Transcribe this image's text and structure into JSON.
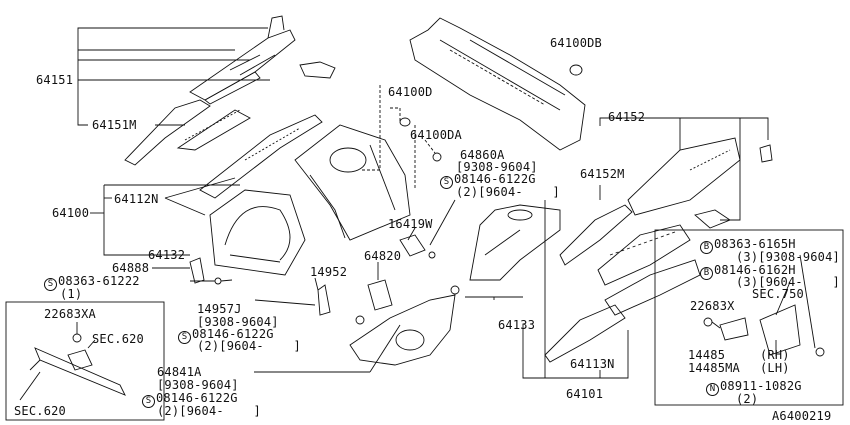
{
  "diagram_id": "A6400219",
  "labels": {
    "p64151": "64151",
    "p64151M": "64151M",
    "p64100D": "64100D",
    "p64100DA": "64100DA",
    "p64100DB": "64100DB",
    "p64100": "64100",
    "p64112N": "64112N",
    "p64132": "64132",
    "p64888": "64888",
    "p64860A": "64860A",
    "p64860A_date": "[9308-9604]",
    "p64860A_bolt": "08146-6122G",
    "p64860A_qty": "(2)[9604-    ]",
    "p16419W": "16419W",
    "p64152": "64152",
    "p64152M": "64152M",
    "p08363_left": "08363-61222",
    "p08363_left_qty": "(1)",
    "p14952": "14952",
    "p64820": "64820",
    "p14957J": "14957J",
    "p14957J_date": "[9308-9604]",
    "p14957J_bolt": "08146-6122G",
    "p14957J_qty": "(2)[9604-    ]",
    "p64841A": "64841A",
    "p64841A_date": "[9308-9604]",
    "p64841A_bolt": "08146-6122G",
    "p64841A_qty": "(2)[9604-    ]",
    "p64133": "64133",
    "p64113N": "64113N",
    "p64101": "64101",
    "inset_left_22683XA": "22683XA",
    "inset_left_sec620a": "SEC.620",
    "inset_left_sec620b": "SEC.620",
    "inset_right_b1": "08363-6165H",
    "inset_right_b1_qty": "(3)[9308-9604]",
    "inset_right_b2": "08146-6162H",
    "inset_right_b2_qty": "(3)[9604-    ]",
    "inset_right_sec750": "SEC.750",
    "inset_right_22683X": "22683X",
    "inset_right_14485": "14485",
    "inset_right_14485_side": "(RH)",
    "inset_right_14485MA": "14485MA",
    "inset_right_14485MA_side": "(LH)",
    "inset_right_nut": "08911-1082G",
    "inset_right_nut_qty": "(2)"
  },
  "symbols": {
    "s": "S",
    "b": "B",
    "n": "N"
  }
}
